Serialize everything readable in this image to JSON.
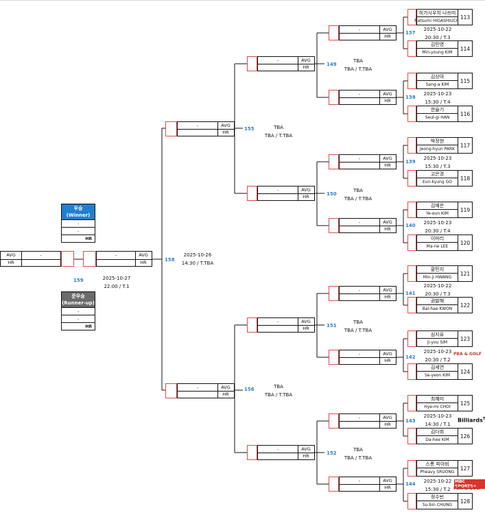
{
  "labels": {
    "avg": "AVG",
    "hr": "HR",
    "dash": "-"
  },
  "winner": {
    "title": "우승",
    "subtitle": "(Winner)",
    "row1": "-",
    "row2": "-",
    "hr": "HR"
  },
  "runner_up": {
    "title": "준우승",
    "subtitle": "(Runner-up)",
    "row1": "-",
    "row2": "-",
    "hr": "HR"
  },
  "final": {
    "number": "159",
    "date": "2025-10-27",
    "time": "22:00 / T.1"
  },
  "semis": {
    "number": "158",
    "date": "2025-10-26",
    "time": "14:30 / T.TBA"
  },
  "quarters": [
    {
      "number": "155",
      "line1": "TBA",
      "line2": "TBA / T.TBA"
    },
    {
      "number": "156",
      "line1": "TBA",
      "line2": "TBA / T.TBA"
    }
  ],
  "round16": [
    {
      "number": "149",
      "line1": "TBA",
      "line2": "TBA / T.TBA"
    },
    {
      "number": "150",
      "line1": "TBA",
      "line2": "TBA / T.TBA"
    },
    {
      "number": "151",
      "line1": "TBA",
      "line2": "TBA / T.TBA"
    },
    {
      "number": "152",
      "line1": "TBA",
      "line2": "TBA / T.TBA"
    }
  ],
  "round32": [
    {
      "number": "137",
      "date": "2025-10-22",
      "time": "20:30 / T.3"
    },
    {
      "number": "138",
      "date": "2025-10-23",
      "time": "15:30 / T.4"
    },
    {
      "number": "139",
      "date": "2025-10-23",
      "time": "15:30 / T.3"
    },
    {
      "number": "140",
      "date": "2025-10-23",
      "time": "20:30 / T.4"
    },
    {
      "number": "141",
      "date": "2025-10-22",
      "time": "20:30 / T.3"
    },
    {
      "number": "142",
      "date": "2025-10-23",
      "time": "20:30 / T.2"
    },
    {
      "number": "143",
      "date": "2025-10-23",
      "time": "14:30 / T.1"
    },
    {
      "number": "144",
      "date": "2025-10-22",
      "time": "15:30 / T.2"
    }
  ],
  "players": [
    {
      "kr": "히가시우치 나쓰미",
      "en": "Natsumi HIGASHIUCHI",
      "seed": "113"
    },
    {
      "kr": "김민영",
      "en": "Min-young KIM",
      "seed": "114"
    },
    {
      "kr": "김상아",
      "en": "Sang-a KIM",
      "seed": "115"
    },
    {
      "kr": "한슬기",
      "en": "Seul-gi HAN",
      "seed": "116"
    },
    {
      "kr": "박정현",
      "en": "Jeong-hyun PARK",
      "seed": "117"
    },
    {
      "kr": "고은경",
      "en": "Eun-kyung GO",
      "seed": "118"
    },
    {
      "kr": "김예은",
      "en": "Ye-eun KIM",
      "seed": "119"
    },
    {
      "kr": "이마리",
      "en": "Ma-rie LEE",
      "seed": "120"
    },
    {
      "kr": "황민지",
      "en": "Min-ji HWANG",
      "seed": "121"
    },
    {
      "kr": "권발해",
      "en": "Bal-hae KWON",
      "seed": "122"
    },
    {
      "kr": "심지유",
      "en": "Ji-you SIM",
      "seed": "123"
    },
    {
      "kr": "김세연",
      "en": "Se-yeon KIM",
      "seed": "124"
    },
    {
      "kr": "최혜미",
      "en": "Hye-mi CHOI",
      "seed": "125"
    },
    {
      "kr": "김다희",
      "en": "Da-hee KIM",
      "seed": "126"
    },
    {
      "kr": "스롱 피아비",
      "en": "Pheavy SRUONG",
      "seed": "127"
    },
    {
      "kr": "정수빈",
      "en": "Su-bin CHUNG",
      "seed": "128"
    }
  ],
  "broadcasters": {
    "logo1": "PBA & GOLF",
    "logo2": "Billiards",
    "logo2_sup": "TV",
    "logo3": "MBC SPORTS+",
    "logo4": "PBA & GOLF"
  },
  "colors": {
    "bracket_line": "#e14848",
    "match_number": "#2f7fc1",
    "winner_header": "#1f7fd0",
    "runnerup_header": "#6b6b6b"
  }
}
